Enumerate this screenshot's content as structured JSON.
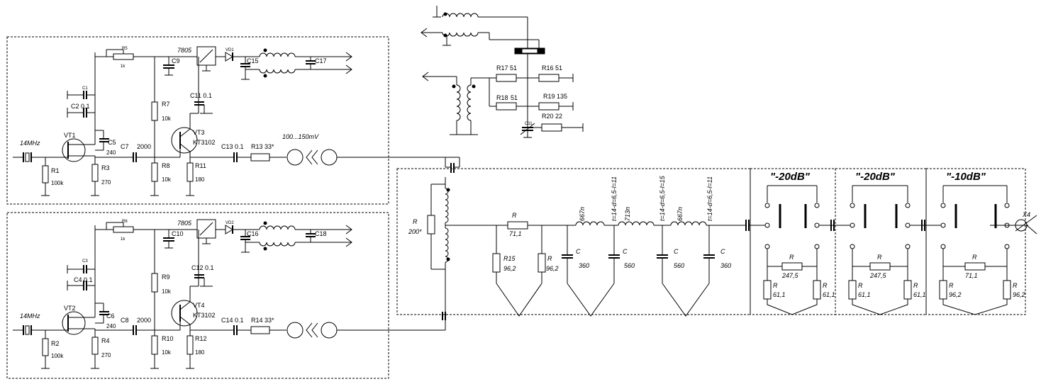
{
  "labels": {
    "R1": "R1",
    "R1v": "100k",
    "R2": "R2",
    "R2v": "100k",
    "R3": "R3",
    "R3v": "270",
    "R4": "R4",
    "R4v": "270",
    "R5": "R5",
    "R5v": "1k",
    "R6": "R6",
    "R6v": "1k",
    "R7": "R7",
    "R7v": "10k",
    "R8": "R8",
    "R8v": "10k",
    "R9": "R9",
    "R9v": "10k",
    "R10": "R10",
    "R10v": "10k",
    "R11": "R11",
    "R11v": "180",
    "R12": "R12",
    "R12v": "180",
    "R13": "R13 33*",
    "R14": "R14 33*",
    "R15": "R15",
    "R15v": "96,2",
    "R16": "R16 51",
    "R17": "R17 51",
    "R18": "R18",
    "R18v": "51",
    "R19": "R19 135",
    "R20": "R20 22",
    "C1": "C1",
    "C2": "C2 0.1",
    "C3": "C3",
    "C4": "C4 0.1",
    "C5": "C5",
    "C5v": "240",
    "C6": "C6",
    "C6v": "240",
    "C7": "C7",
    "C7v": "2000",
    "C8": "C8",
    "C8v": "2000",
    "C9": "C9",
    "C10": "C10",
    "C11": "C11 0.1",
    "C12": "C12 0.1",
    "C13": "C13  0.1",
    "C14": "C14  0.1",
    "C15": "C15",
    "C16": "C16",
    "C17": "C17",
    "C18": "C18",
    "Ctrim": "C11",
    "VT1": "VT1",
    "VT2": "VT2",
    "VT3": "VT3",
    "VT3t": "KT3102",
    "VT4": "VT4",
    "VT4t": "KT3102",
    "VD1": "VD1",
    "VD2": "VD2",
    "reg1": "7805",
    "reg2": "7805",
    "xtal1": "14MHz",
    "xtal2": "14MHz",
    "level": "100...150mV",
    "X4": "X4"
  },
  "filter": {
    "R_term": "R",
    "R_term_v": "200*",
    "R_ser": "R",
    "R_ser_v": "71,1",
    "R_sh": "R",
    "R_sh_v": "96,2",
    "L1": "667n",
    "L2": "713n",
    "L3": "667n",
    "t1": "t=14-d=6,5-l=11",
    "t2": "t=14-d=6,5-l=15",
    "t3": "t=14-d=6,5-l=11",
    "C_a": "C",
    "C_a_v": "360",
    "C_b": "C",
    "C_b_v": "560",
    "C_c": "C",
    "C_c_v": "560",
    "C_d": "C",
    "C_d_v": "360"
  },
  "attenuators": [
    {
      "title": "\"-20dB\"",
      "r_ser": "R",
      "r_ser_v": "247,5",
      "r_sh": "R",
      "r_sh_v": "61,1"
    },
    {
      "title": "\"-20dB\"",
      "r_ser": "R",
      "r_ser_v": "247,5",
      "r_sh": "R",
      "r_sh_v": "61,1"
    },
    {
      "title": "\"-10dB\"",
      "r_ser": "R",
      "r_ser_v": "71,1",
      "r_sh": "R",
      "r_sh_v": "96,2"
    }
  ]
}
